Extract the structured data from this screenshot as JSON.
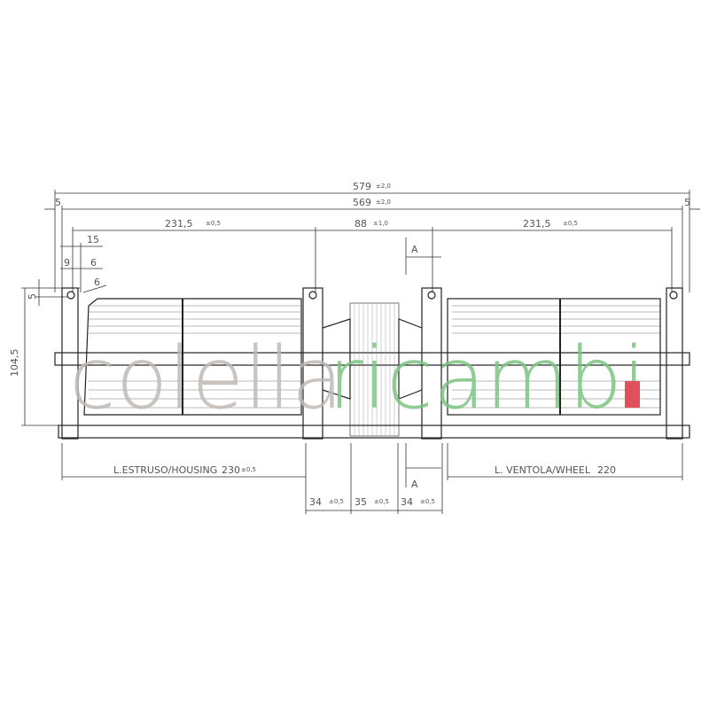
{
  "dimensions": {
    "overall": {
      "value": "579",
      "tol": "±2,0"
    },
    "inner": {
      "value": "569",
      "tol": "±2,0"
    },
    "offset_left": "5",
    "offset_right": "5",
    "left_span": {
      "value": "231,5",
      "tol": "±0,5"
    },
    "center_span": {
      "value": "88",
      "tol": "±1,0"
    },
    "right_span": {
      "value": "231,5",
      "tol": "±0,5"
    },
    "d15": "15",
    "d9": "9",
    "d6a": "6",
    "d6b": "6",
    "d5": "5",
    "height": "104,5",
    "section_top": "A",
    "section_bottom": "A",
    "housing": {
      "label": "L.ESTRUSO/HOUSING",
      "value": "230",
      "tol": "±0,5"
    },
    "wheel": {
      "label": "L. VENTOLA/WHEEL",
      "value": "220"
    },
    "motor": [
      {
        "value": "34",
        "tol": "±0,5"
      },
      {
        "value": "35",
        "tol": "±0,5"
      },
      {
        "value": "34",
        "tol": "±0,5"
      }
    ]
  },
  "watermark": {
    "part1": "colella",
    "part2": "ricambi",
    "colors": {
      "part1": "#bfbab5",
      "part2": "#7cc483",
      "dot": "#e0505a"
    }
  }
}
